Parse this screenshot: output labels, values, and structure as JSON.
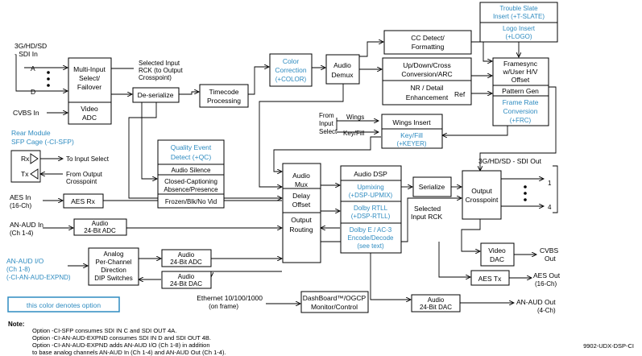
{
  "blocks": {
    "sdi_in_label": [
      "3G/HD/SD",
      "- SDI In"
    ],
    "input_a": "A",
    "input_d": "D",
    "multi_input": [
      "Multi-Input",
      "Select/",
      "Failover"
    ],
    "video_adc": [
      "Video",
      "ADC"
    ],
    "cvbs_in": "CVBS In",
    "selected_input_rck": [
      "Selected Input",
      "RCK (to Output",
      "Crosspoint)"
    ],
    "deserialize": "De-serialize",
    "timecode": [
      "Timecode",
      "Processing"
    ],
    "color_correction": [
      "Color",
      "Correction",
      "(+COLOR)"
    ],
    "audio_demux": [
      "Audio",
      "Demux"
    ],
    "cc_detect": [
      "CC Detect/",
      "Formatting"
    ],
    "updown": [
      "Up/Down/Cross",
      "Conversion/ARC"
    ],
    "nr_detail": [
      "NR / Detail",
      "Enhancement"
    ],
    "ref": "Ref",
    "trouble_slate": [
      "Trouble Slate",
      "Insert (+T-SLATE)"
    ],
    "logo_insert": [
      "Logo Insert",
      "(+LOGO)"
    ],
    "framesync": [
      "Framesync",
      "w/User H/V",
      "Offset"
    ],
    "pattern_gen": "Pattern Gen",
    "frc": [
      "Frame Rate",
      "Conversion",
      "(+FRC)"
    ],
    "from_input_select": [
      "From",
      "Input",
      "Select"
    ],
    "wings": "Wings",
    "key_fill_in": "Key/Fill",
    "wings_insert": "Wings Insert",
    "keyer": [
      "Key/Fill",
      "(+KEYER)"
    ],
    "rear_module": [
      "Rear Module",
      "SFP Cage (-CI-SFP)"
    ],
    "rx": "Rx",
    "tx": "Tx",
    "to_input_select": "To Input Select",
    "from_output_crosspoint": [
      "From Output",
      "Crosspoint"
    ],
    "quality_event": [
      "Quality Event",
      "Detect (+QC)"
    ],
    "qc_items": [
      "Audio Silence",
      "Closed-Captioning",
      "Absence/Presence",
      "Frozen/Blk/No Vid"
    ],
    "aes_in": [
      "AES In",
      "(16-Ch)"
    ],
    "aes_rx": "AES Rx",
    "an_aud_in": [
      "AN-AUD In",
      "(Ch 1-4)"
    ],
    "audio_adc_1": [
      "Audio",
      "24-Bit ADC"
    ],
    "audio_mux": [
      "Audio",
      "Mux"
    ],
    "delay_offset": [
      "Delay",
      "Offset"
    ],
    "output_routing": [
      "Output",
      "Routing"
    ],
    "audio_dsp": "Audio DSP",
    "upmixing": [
      "Upmixing",
      "(+DSP-UPMIX)"
    ],
    "dolby_rtll": [
      "Dolby RTLL",
      "(+DSP-RTLL)"
    ],
    "dolby_e": [
      "Dolby E / AC-3",
      "Encode/Decode",
      "(see text)"
    ],
    "serialize": "Serialize",
    "sdi_out_label": "3G/HD/SD - SDI Out",
    "output_crosspoint": [
      "Output",
      "Crosspoint"
    ],
    "out_1": "1",
    "out_4": "4",
    "selected_input_rck_2": [
      "Selected",
      "Input RCK"
    ],
    "video_dac": [
      "Video",
      "DAC"
    ],
    "cvbs_out": [
      "CVBS",
      "Out"
    ],
    "aes_tx": "AES Tx",
    "aes_out": [
      "AES Out",
      "(16-Ch)"
    ],
    "an_aud_io": [
      "AN-AUD I/O",
      "(Ch 1-8)",
      "(-CI-AN-AUD-EXPND)"
    ],
    "analog_dir": [
      "Analog",
      "Per-Channel",
      "Direction",
      "DIP Switches"
    ],
    "audio_adc_2": [
      "Audio",
      "24-Bit ADC"
    ],
    "audio_dac_1": [
      "Audio",
      "24-Bit DAC"
    ],
    "ethernet": [
      "Ethernet 10/100/1000",
      "(on frame)"
    ],
    "dashboard": [
      "DashBoard™/OGCP",
      "Monitor/Control"
    ],
    "audio_dac_2": [
      "Audio",
      "24-Bit DAC"
    ],
    "an_aud_out": [
      "AN-AUD Out",
      "(4-Ch)"
    ]
  },
  "legend": {
    "text": "this color denotes option"
  },
  "notes": {
    "title": "Note:",
    "lines": [
      "Option -CI-SFP consumes SDI IN C and SDI OUT 4A.",
      "Option -CI-AN-AUD-EXPND consumes SDI IN D and SDI OUT 4B.",
      "Option -CI-AN-AUD-EXPND adds AN-AUD I/O (Ch 1-8) in addition",
      "to base analog channels AN-AUD In (Ch 1-4) and AN-AUD Out (Ch 1-4)."
    ]
  },
  "model": "9902-UDX-DSP-CI",
  "colors": {
    "option": "#2e8bc0",
    "line": "#000000"
  }
}
